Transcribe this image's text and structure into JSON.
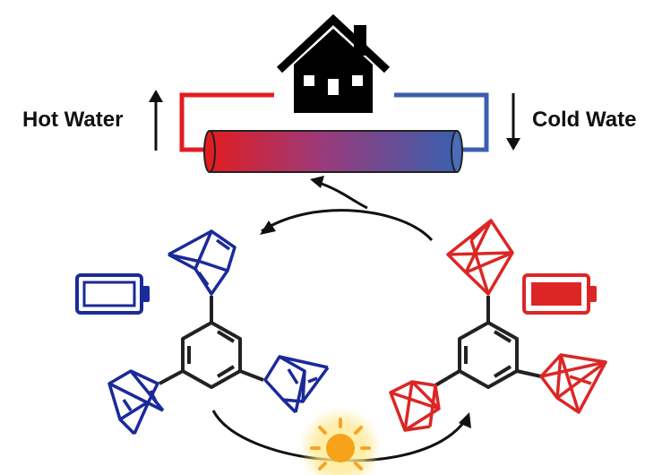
{
  "labels": {
    "hot_water": "Hot Water",
    "cold_water": "Cold Wate"
  },
  "colors": {
    "hot": "#e11d22",
    "cold": "#3b5fae",
    "discharged_molecule": "#1a2a9a",
    "charged_molecule": "#dc2626",
    "core_ring": "#222222",
    "sun": "#f59e0b",
    "arrow": "#111111"
  },
  "icons": {
    "house": "house-icon",
    "sun": "sun-icon",
    "empty_battery": "battery-empty-icon",
    "full_battery": "battery-full-icon",
    "up_arrow": "arrow-up-icon",
    "down_arrow": "arrow-down-icon"
  },
  "battery_levels": {
    "left": 0.0,
    "right": 1.0
  }
}
